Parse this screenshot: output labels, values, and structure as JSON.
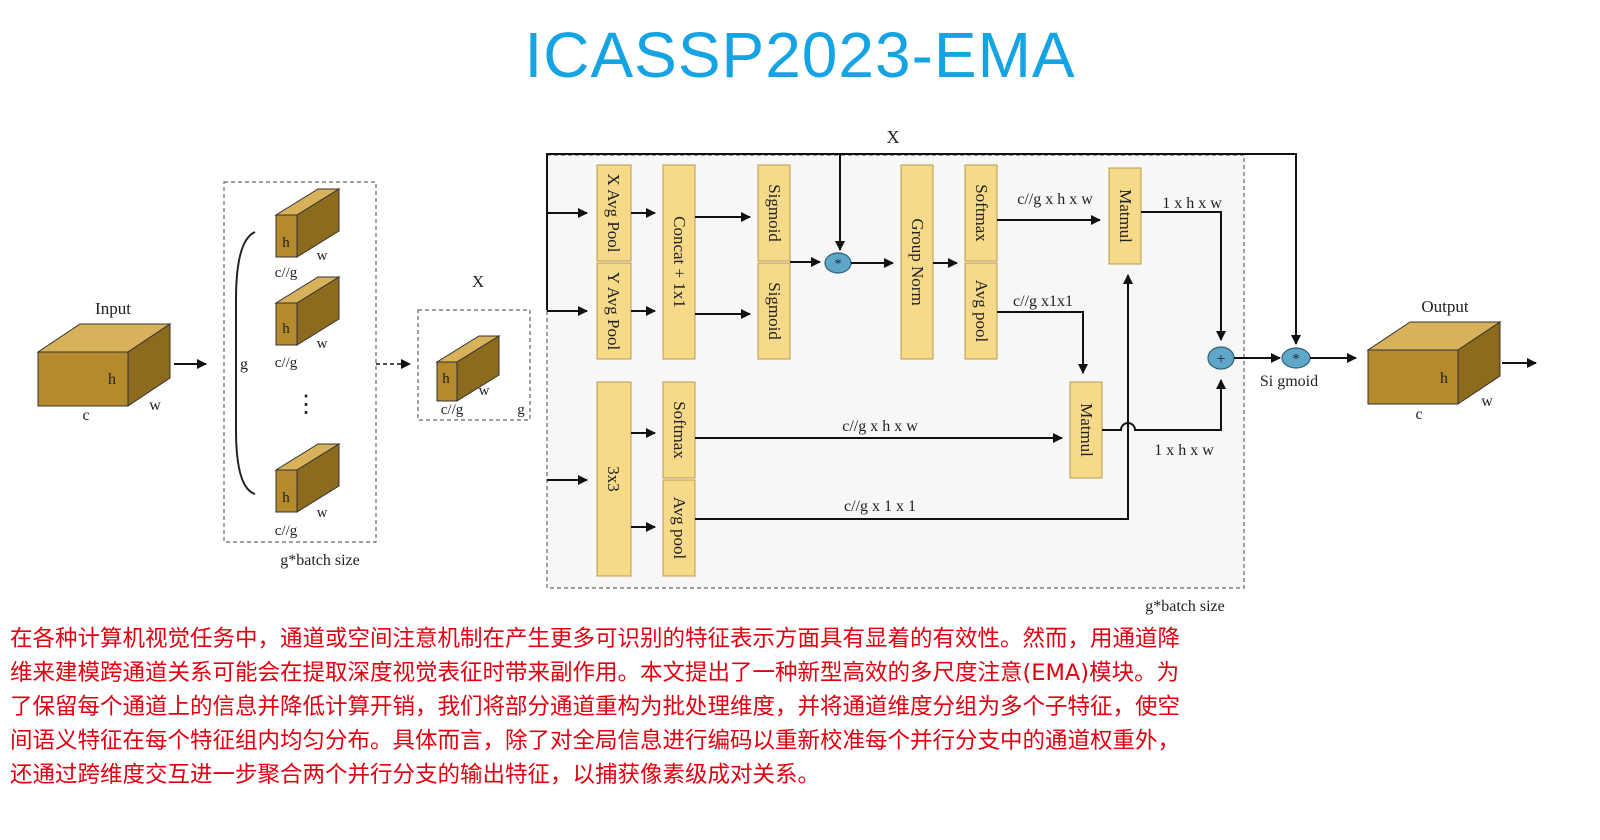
{
  "title": "ICASSP2023-EMA",
  "diagram": {
    "input_label": "Input",
    "output_label": "Output",
    "dim_h": "h",
    "dim_w": "w",
    "dim_c": "c",
    "dim_cg": "c//g",
    "group_label": "g",
    "dots": "⋮",
    "x_label": "X",
    "batch_label_left": "g*batch size",
    "batch_label_right": "g*batch size",
    "blocks": {
      "x_avg_pool": "X Avg Pool",
      "y_avg_pool": "Y Avg Pool",
      "concat": "Concat + 1x1",
      "sigmoid_top": "Sigmoid",
      "sigmoid_bottom": "Sigmoid",
      "group_norm": "Group Norm",
      "softmax_top": "Softmax",
      "avg_pool_top": "Avg pool",
      "conv3x3": "3x3",
      "softmax_bottom": "Softmax",
      "avg_pool_bottom": "Avg pool",
      "matmul_top": "Matmul",
      "matmul_bottom": "Matmul"
    },
    "labels": {
      "cg_hw_top": "c//g x h x w",
      "cg_11_top": "c//g x1x1",
      "one_hw_top": "1 x h x w",
      "cg_hw_bottom": "c//g x h x w",
      "cg_11_bottom": "c//g  x 1 x 1",
      "one_hw_bottom": "1 x h x w",
      "sigmoid_out": "Si gmoid"
    },
    "ops": {
      "multiply": "*",
      "add": "+"
    },
    "colors": {
      "block_fill": "#f7d98a",
      "block_stroke": "#b89a4a",
      "cube_front": "#b58a2d",
      "cube_top": "#d8b25a",
      "cube_side": "#8c6a1e",
      "op_fill": "#5fa7c9"
    }
  },
  "caption_lines": [
    "在各种计算机视觉任务中，通道或空间注意机制在产生更多可识别的特征表示方面具有显着的有效性。然而，用通道降",
    "维来建模跨通道关系可能会在提取深度视觉表征时带来副作用。本文提出了一种新型高效的多尺度注意(EMA)模块。为",
    "了保留每个通道上的信息并降低计算开销，我们将部分通道重构为批处理维度，并将通道维度分组为多个子特征，使空",
    "间语义特征在每个特征组内均匀分布。具体而言，除了对全局信息进行编码以重新校准每个并行分支中的通道权重外，",
    "还通过跨维度交互进一步聚合两个并行分支的输出特征，以捕获像素级成对关系。"
  ]
}
